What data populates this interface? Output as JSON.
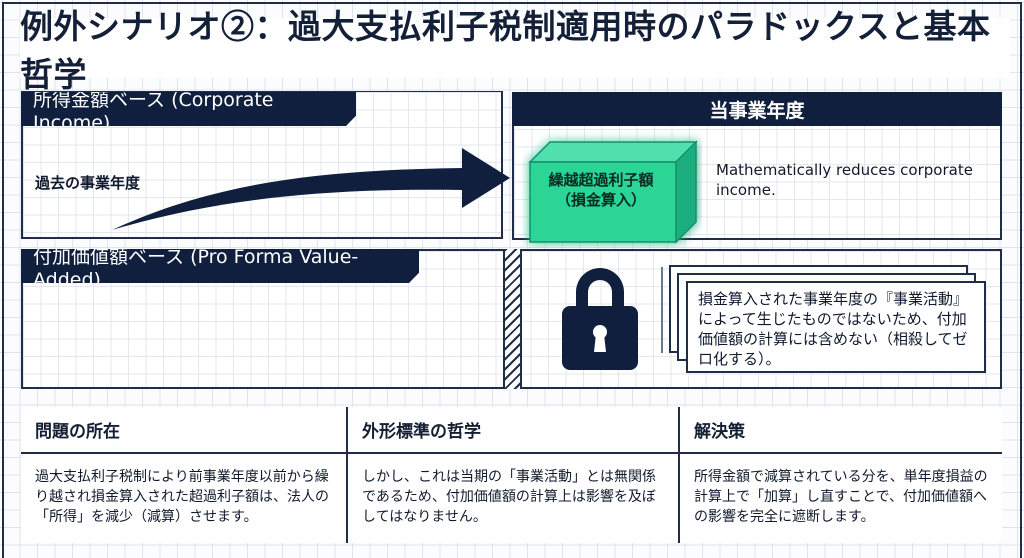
{
  "title": "例外シナリオ②：過大支払利子税制適用時のパラドックスと基本哲学",
  "corporate_income": {
    "label": "所得金額ベース (Corporate Income)",
    "past_year_label": "過去の事業年度"
  },
  "current_year": {
    "header": "当事業年度",
    "box_line1": "繰越超過利子額",
    "box_line2": "（損金算入）",
    "description": "Mathematically reduces corporate income."
  },
  "value_added": {
    "label": "付加価値額ベース (Pro Forma Value-Added)",
    "note": "損金算入された事業年度の『事業活動』によって生じたものではないため、付加価値額の計算には含めない（相殺してゼロ化する）。"
  },
  "table": {
    "columns": [
      {
        "header": "問題の所在",
        "body": "過大支払利子税制により前事業年度以前から繰り越され損金算入された超過利子額は、法人の「所得」を減少（減算）させます。"
      },
      {
        "header": "外形標準の哲学",
        "body": "しかし、これは当期の「事業活動」とは無関係であるため、付加価値額の計算上は影響を及ぼしてはなりません。"
      },
      {
        "header": "解決策",
        "body": "所得金額で減算されている分を、単年度損益の計算上で「加算」し直すことで、付加価値額への影響を完全に遮断します。"
      }
    ]
  },
  "icons": {
    "arrow": "curved-arrow-icon",
    "box": "3d-box-icon",
    "lock": "padlock-icon"
  },
  "colors": {
    "navy": "#0f1f3d",
    "green": "#2fd59a",
    "green_dark": "#1a9e70"
  }
}
